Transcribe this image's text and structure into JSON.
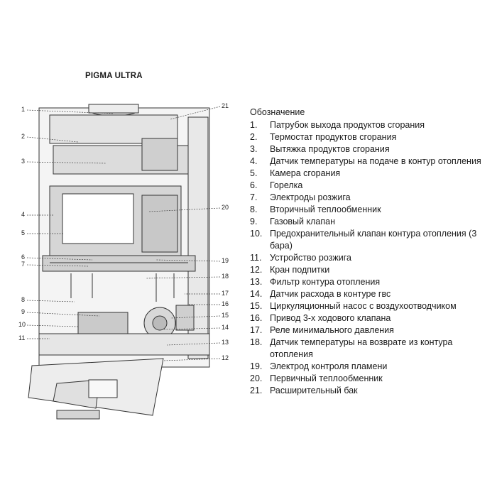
{
  "title": "PIGMA ULTRA",
  "legend": {
    "heading": "Обозначение",
    "items": [
      {
        "num": "1.",
        "text": "Патрубок выхода продуктов сгорания"
      },
      {
        "num": "2.",
        "text": "Термостат продуктов сгорания"
      },
      {
        "num": "3.",
        "text": "Вытяжка продуктов сгорания"
      },
      {
        "num": "4.",
        "text": "Датчик температуры на подаче в контур отопления"
      },
      {
        "num": "5.",
        "text": " Камера сгорания"
      },
      {
        "num": "6.",
        "text": " Горелка"
      },
      {
        "num": "7.",
        "text": "Электроды розжига"
      },
      {
        "num": "8.",
        "text": "Вторичный теплообменник"
      },
      {
        "num": "9.",
        "text": "Газовый клапан"
      },
      {
        "num": "10.",
        "text": "Предохранительный клапан контура отопления (3 бара)"
      },
      {
        "num": "11.",
        "text": "Устройство розжига"
      },
      {
        "num": "12.",
        "text": " Кран подпитки"
      },
      {
        "num": "13.",
        "text": "Фильтр контура отопления"
      },
      {
        "num": "14.",
        "text": "Датчик расхода в контуре гвс"
      },
      {
        "num": "15.",
        "text": "Циркуляционный насос с воздухоотводчиком"
      },
      {
        "num": "16.",
        "text": "Привод 3-х ходового клапана"
      },
      {
        "num": "17.",
        "text": "Реле минимального давления"
      },
      {
        "num": "18.",
        "text": "Датчик температуры на возврате из контура отопления"
      },
      {
        "num": "19.",
        "text": "Электрод контроля пламени"
      },
      {
        "num": "20.",
        "text": "Первичный теплообменник"
      },
      {
        "num": "21.",
        "text": "Расширительный бак"
      }
    ]
  },
  "callouts_left": [
    "1",
    "2",
    "3",
    "4",
    "5",
    "6",
    "7",
    "8",
    "9",
    "10",
    "11"
  ],
  "callouts_right": [
    "21",
    "20",
    "19",
    "18",
    "17",
    "16",
    "15",
    "14",
    "13",
    "12"
  ]
}
